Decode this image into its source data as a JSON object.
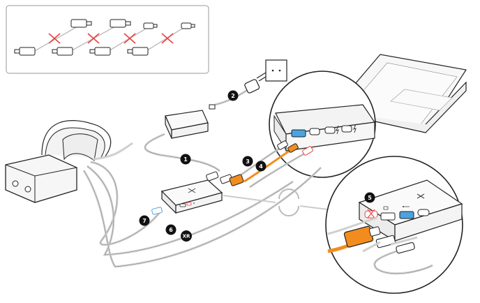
{
  "colors": {
    "outline": "#222222",
    "cable": "#cfcfcf",
    "orange": "#f28c1e",
    "red_cross": "#e8423f",
    "badge": "#111111",
    "device_fill": "#f4f4f4",
    "blue_port": "#4aa3df"
  },
  "badges": {
    "b1": "1",
    "b2": "2",
    "b3": "3",
    "b4": "4",
    "b5": "5",
    "b6": "6",
    "b7": "7",
    "bxr": "XR"
  },
  "icons": {
    "hub_logo": "x-logo-icon",
    "usb": "usb-icon",
    "thunderbolt": "thunderbolt-icon",
    "power": "power-port-icon",
    "display": "display-port-icon"
  }
}
